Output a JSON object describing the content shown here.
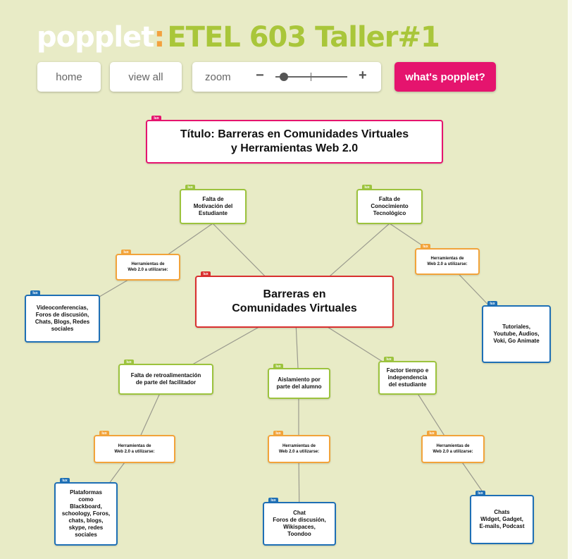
{
  "header": {
    "brand": "popplet",
    "brand_colon": ":",
    "board_name": "ETEL 603 Taller#1"
  },
  "toolbar": {
    "home_label": "home",
    "view_all_label": "view all",
    "zoom_label": "zoom",
    "zoom_minus": "−",
    "zoom_plus": "+",
    "whats_popplet_label": "what's popplet?"
  },
  "nodes": {
    "titulo": {
      "tag": "lux",
      "text": "Título: Barreras en Comunidades Virtuales\ny Herramientas Web 2.0"
    },
    "central": {
      "tag": "lux",
      "text": "Barreras en\nComunidades Virtuales"
    },
    "motivacion": {
      "tag": "lux",
      "text": "Falta de\nMotivación del\nEstudiante"
    },
    "conocimiento": {
      "tag": "lux",
      "text": "Falta de\nConocimiento\nTecnológico"
    },
    "retro": {
      "tag": "lux",
      "text": "Falta de retroalimentación\nde parte del facilitador"
    },
    "aislamiento": {
      "tag": "lux",
      "text": "Aislamiento por\nparte del alumno"
    },
    "tiempo": {
      "tag": "lux",
      "text": "Factor tiempo e\nindependencia\ndel estudiante"
    },
    "herr1": {
      "tag": "lux",
      "text": "Herramientas de\nWeb 2.0 a utilizarse:"
    },
    "herr2": {
      "tag": "lux",
      "text": "Herramientas de\nWeb 2.0 a utilizarse:"
    },
    "herr3": {
      "tag": "lux",
      "text": "Herramientas de\nWeb 2.0 a utilizarse:"
    },
    "herr4": {
      "tag": "lux",
      "text": "Herramientas de\nWeb 2.0 a utilizarse:"
    },
    "herr5": {
      "tag": "lux",
      "text": "Herramientas de\nWeb 2.0 a utilizarse:"
    },
    "videoconf": {
      "tag": "lux",
      "text": "Videoconferencias,\nForos de discusión,\nChats, Blogs, Redes\nsociales"
    },
    "tutoriales": {
      "tag": "lux",
      "text": "Tutoriales,\nYoutube, Audios,\nVoki, Go Animate"
    },
    "plataformas": {
      "tag": "lux",
      "text": "Plataformas\ncomo\nBlackboard,\nschoology, Foros,\nchats, blogs,\nskype, redes\nsociales"
    },
    "chat_foros": {
      "tag": "lux",
      "text": "Chat\nForos de discusión,\nWikispaces,\nToondoo"
    },
    "chats_widget": {
      "tag": "lux",
      "text": "Chats\nWidget, Gadget,\nE-mails, Podcast"
    }
  },
  "colors": {
    "board_bg": "#e8ebc6",
    "title_border": "#e5146e",
    "central_border": "#d92f2f",
    "level1_border": "#9cc33d",
    "tools_border": "#f2a33a",
    "leaf_border": "#1e6fb5",
    "accent_button": "#e5146e",
    "brand_green": "#a9c63a"
  }
}
